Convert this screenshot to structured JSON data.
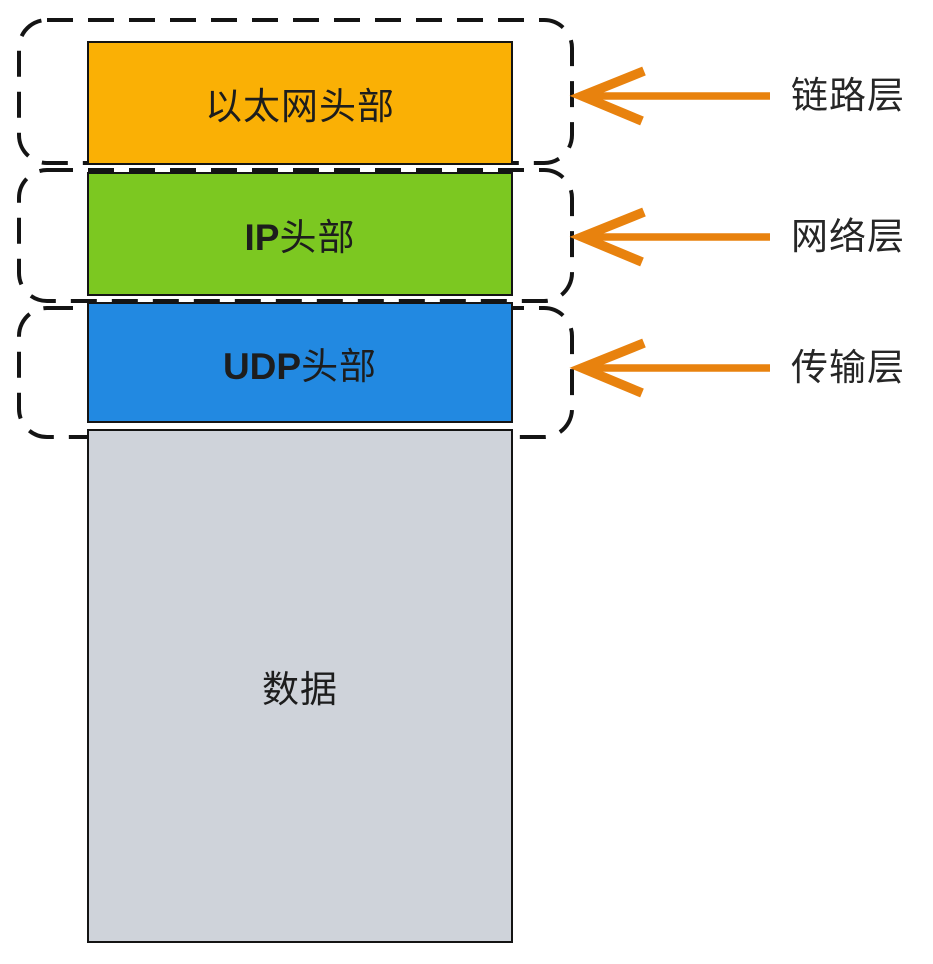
{
  "diagram": {
    "description": "UDP packet encapsulation layers",
    "layers": [
      {
        "name": "link-layer",
        "header_prefix": "",
        "header_text": "以太网头部",
        "fill": "#FAB005",
        "annotation": "链路层"
      },
      {
        "name": "network-layer",
        "header_prefix": "IP",
        "header_text": "头部",
        "fill": "#7CC821",
        "annotation": "网络层"
      },
      {
        "name": "transport-layer",
        "header_prefix": "UDP",
        "header_text": "头部",
        "fill": "#2289E1",
        "annotation": "传输层"
      }
    ],
    "payload": {
      "label": "数据",
      "fill": "#CFD3DA"
    },
    "colors": {
      "arrow": "#E8820E",
      "dash": "#141414",
      "box_border": "#141414",
      "text": "#262626"
    }
  }
}
